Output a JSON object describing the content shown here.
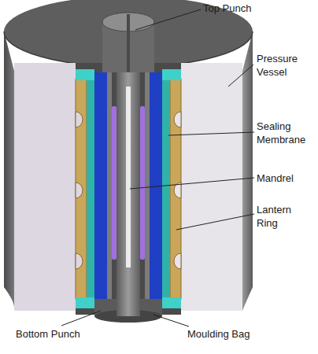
{
  "diagram": {
    "labels": [
      "Top Punch",
      "Pressure Vessel",
      "Sealing Membrane",
      "Mandrel",
      "Lantern Ring",
      "Bottom Punch",
      "Moulding Bag"
    ]
  }
}
